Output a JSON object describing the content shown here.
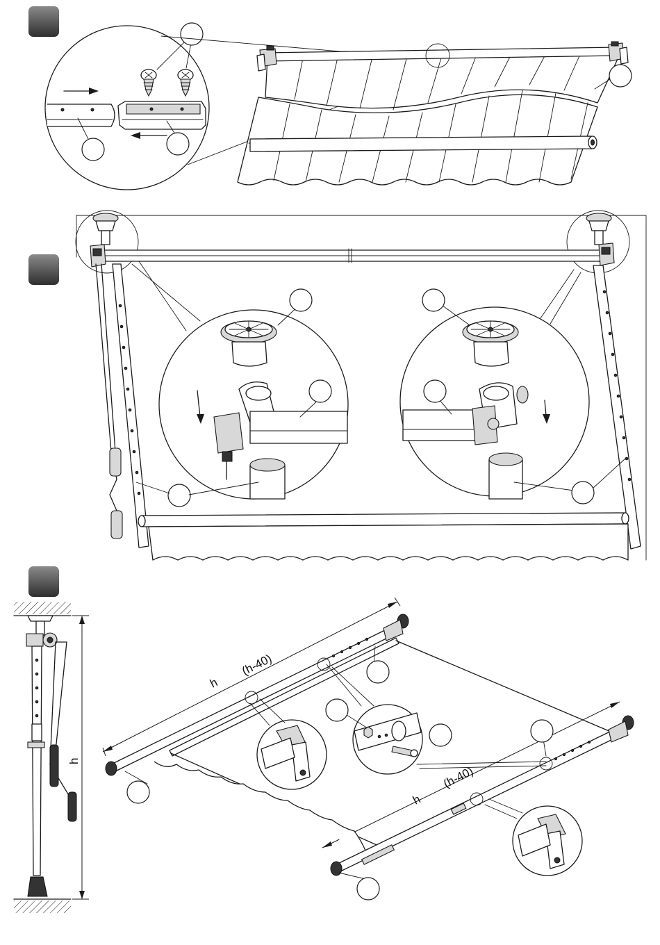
{
  "steps": [
    {
      "id": "step-1",
      "badge_color": "#4a4a4a"
    },
    {
      "id": "step-2",
      "badge_color": "#4a4a4a"
    },
    {
      "id": "step-3",
      "badge_color": "#4a4a4a"
    }
  ],
  "dimensions": {
    "h_label": "h",
    "h_minus_40": "(h-40)"
  },
  "icons": [
    "screw-icon",
    "arrow-right-icon",
    "arrow-left-icon",
    "arrow-down-icon",
    "ceiling-hatch-icon",
    "floor-hatch-icon"
  ]
}
